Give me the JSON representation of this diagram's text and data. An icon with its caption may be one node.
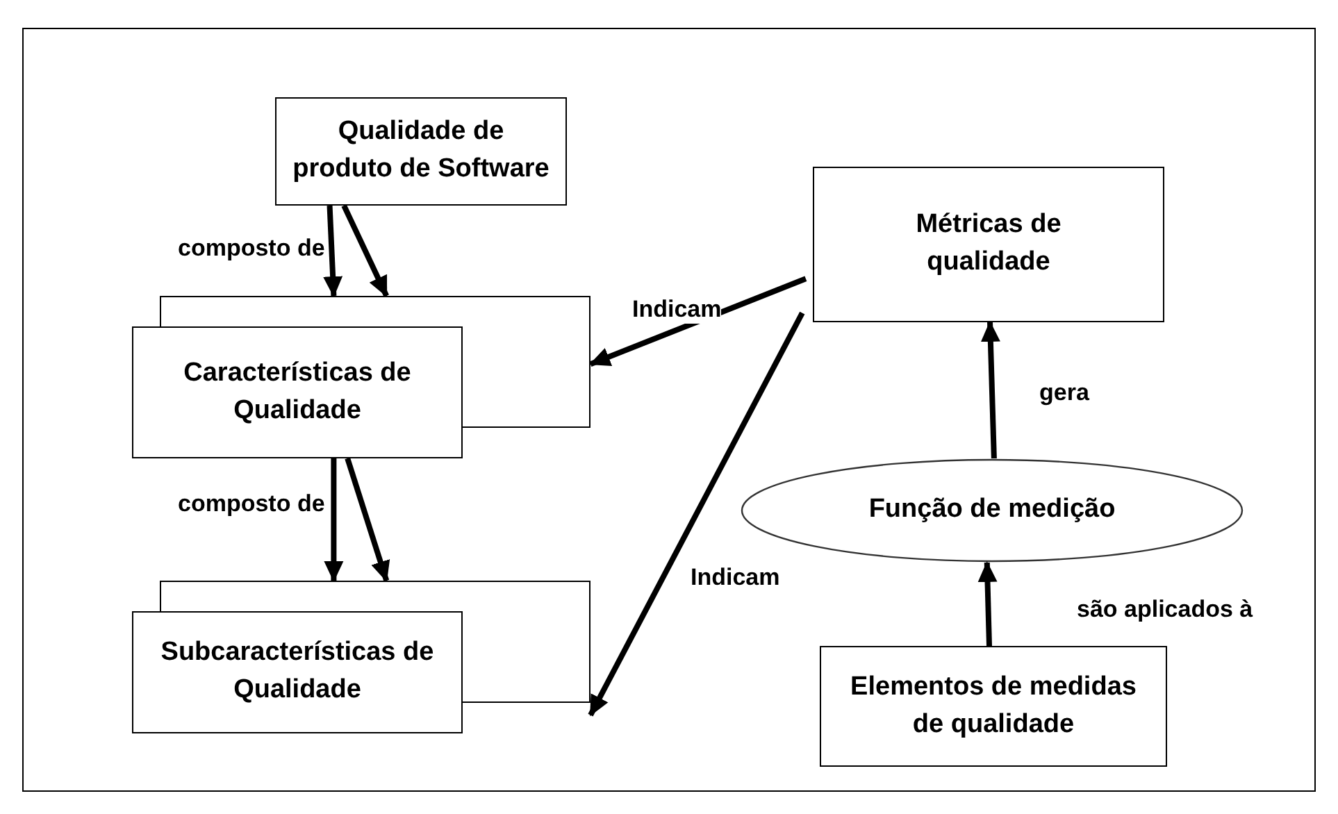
{
  "diagram": {
    "nodes": [
      {
        "text": [
          "Qualidade de produto de Software"
        ]
      },
      {
        "text": [
          "Características de  Qualidade"
        ]
      },
      {
        "text": [
          "Subcaracterísticas de Qualidade"
        ]
      },
      {
        "text": [
          "Métricas de qualidade"
        ]
      },
      {
        "text": [
          "Função de medição"
        ]
      },
      {
        "text": [
          "Elementos de medidas de qualidade"
        ]
      }
    ],
    "edges": [
      {
        "from": 0,
        "to": 1,
        "arrow": "to",
        "label": "composto de"
      },
      {
        "from": 0,
        "to": 1,
        "arrow": "to"
      },
      {
        "from": 3,
        "to": 1,
        "arrow": "to",
        "label": "Indicam"
      },
      {
        "from": 3,
        "to": 2,
        "arrow": "to",
        "label": "Indicam"
      },
      {
        "from": 1,
        "to": 2,
        "arrow": "to",
        "label": "composto de"
      },
      {
        "from": 1,
        "to": 2,
        "arrow": "to"
      },
      {
        "from": 4,
        "to": 3,
        "arrow": "to",
        "label": "gera"
      },
      {
        "from": 5,
        "to": 4,
        "arrow": "to",
        "label": "são aplicados à"
      }
    ]
  }
}
